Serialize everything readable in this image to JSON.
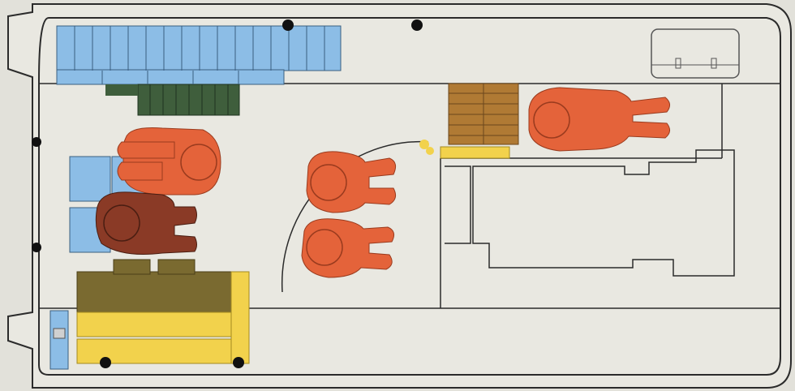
{
  "colors": {
    "background": "#e2e1da",
    "floor": "#e9e8e1",
    "outline": "#2b2b2b",
    "storage_blue": "#8cbde6",
    "storage_green": "#3f5e3c",
    "storage_olive": "#7a6a30",
    "storage_yellow": "#f2d24c",
    "storage_brown": "#b07a34",
    "crew_orange": "#e4633a",
    "crew_dark": "#8a3a26",
    "equipment_gray": "#c8c8c8"
  },
  "figures": [
    {
      "id": "crew-reclining-left",
      "pose": "side-by-side"
    },
    {
      "id": "crew-center-upper",
      "pose": "seated"
    },
    {
      "id": "crew-center-lower",
      "pose": "seated"
    },
    {
      "id": "crew-right",
      "pose": "reclining"
    }
  ]
}
